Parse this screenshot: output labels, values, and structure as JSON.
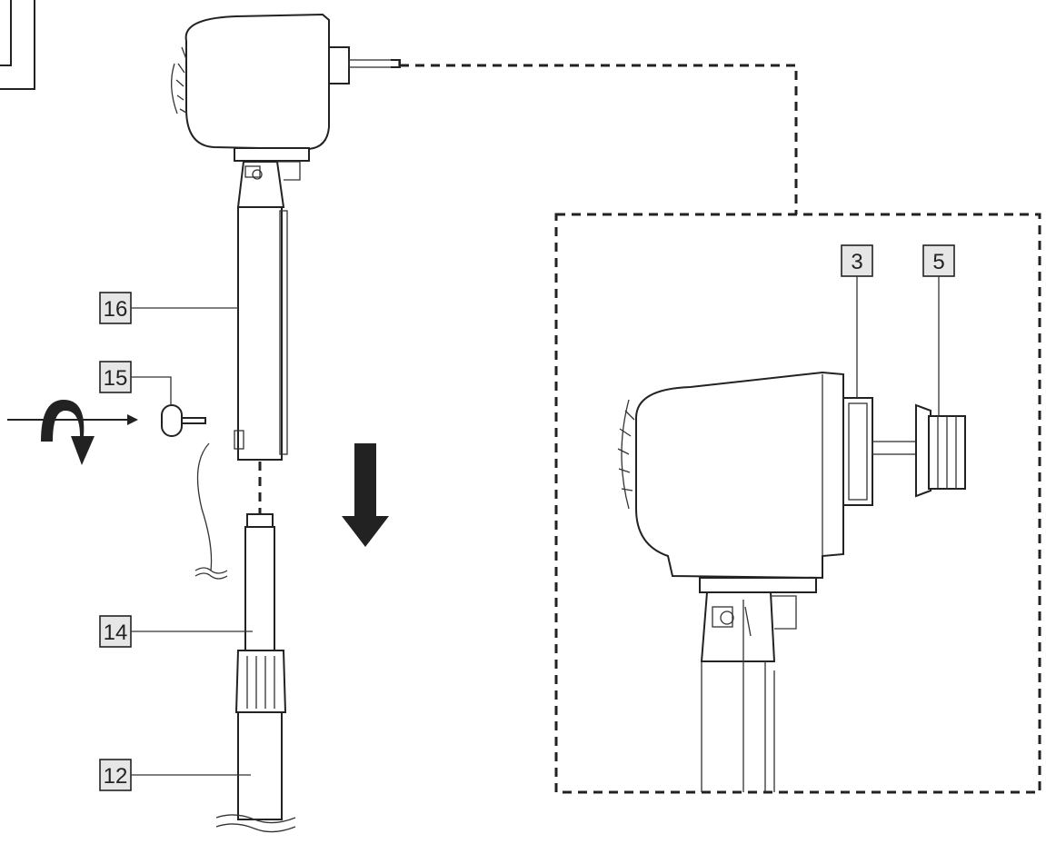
{
  "callouts": {
    "c16": "16",
    "c15": "15",
    "c14": "14",
    "c12": "12",
    "c3": "3",
    "c5": "5"
  },
  "colors": {
    "line": "#222222",
    "label_bg": "#e6e6e6",
    "background": "#ffffff"
  }
}
